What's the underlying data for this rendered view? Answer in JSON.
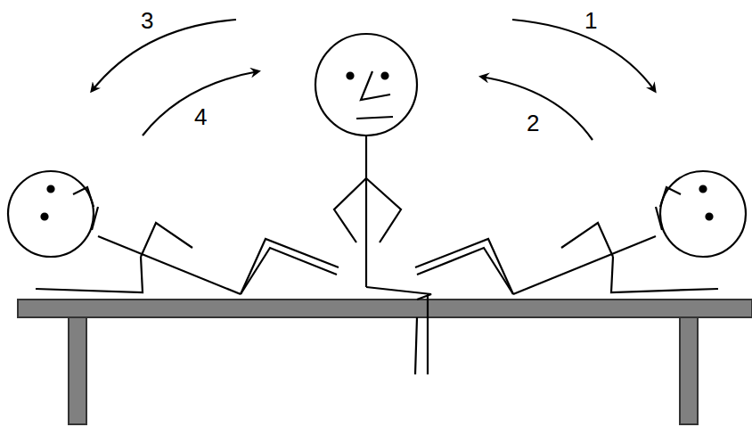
{
  "diagram": {
    "labels": [
      "3",
      "1",
      "4",
      "2"
    ]
  }
}
